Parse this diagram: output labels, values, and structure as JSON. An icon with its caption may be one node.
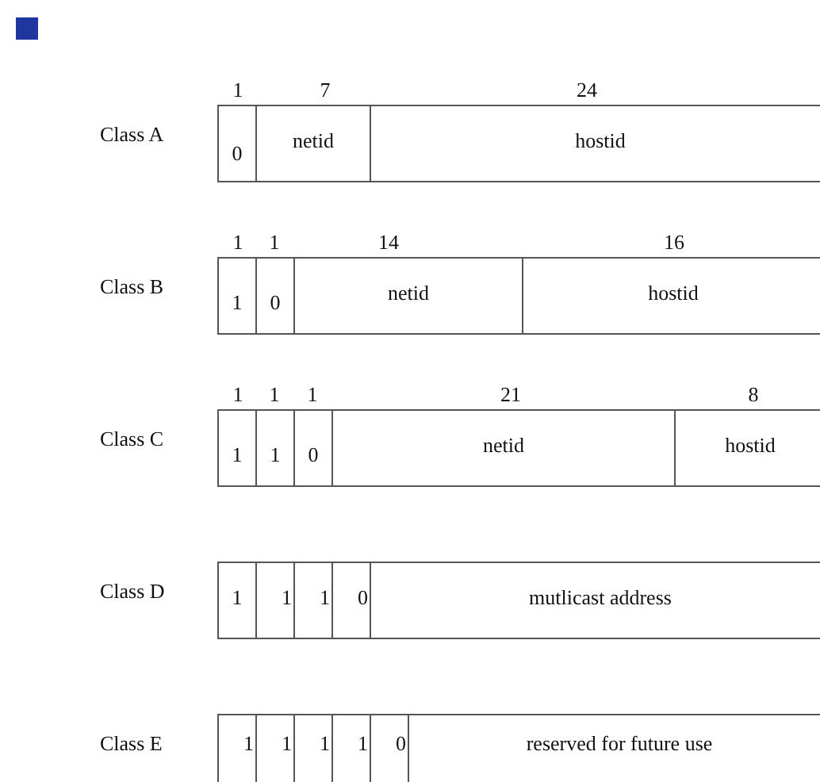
{
  "diagram": {
    "nodes": [
      {
        "text": [
          "0"
        ]
      },
      {
        "text": [
          "netid"
        ]
      },
      {
        "text": [
          "hostid"
        ]
      },
      {
        "text": [
          "1"
        ]
      },
      {
        "text": [
          "0"
        ]
      },
      {
        "text": [
          "netid"
        ]
      },
      {
        "text": [
          "hostid"
        ]
      },
      {
        "text": [
          "1"
        ]
      },
      {
        "text": [
          "1"
        ]
      },
      {
        "text": [
          "0"
        ]
      },
      {
        "text": [
          "netid"
        ]
      },
      {
        "text": [
          "hostid"
        ]
      },
      {
        "text": [
          "1"
        ]
      },
      {
        "text": [
          "1"
        ]
      },
      {
        "text": [
          "1"
        ]
      },
      {
        "text": [
          "0"
        ]
      },
      {
        "text": [
          "mutlicast address"
        ]
      },
      {
        "text": [
          "1"
        ]
      },
      {
        "text": [
          "1"
        ]
      },
      {
        "text": [
          "1"
        ]
      },
      {
        "text": [
          "1"
        ]
      },
      {
        "text": [
          "0"
        ]
      },
      {
        "text": [
          "reserved for future use"
        ]
      }
    ],
    "labels": [
      "1",
      "7",
      "24",
      "Class A",
      "1",
      "1",
      "14",
      "16",
      "Class B",
      "1",
      "1",
      "1",
      "21",
      "8",
      "Class C",
      "Class D",
      "Class E"
    ]
  }
}
